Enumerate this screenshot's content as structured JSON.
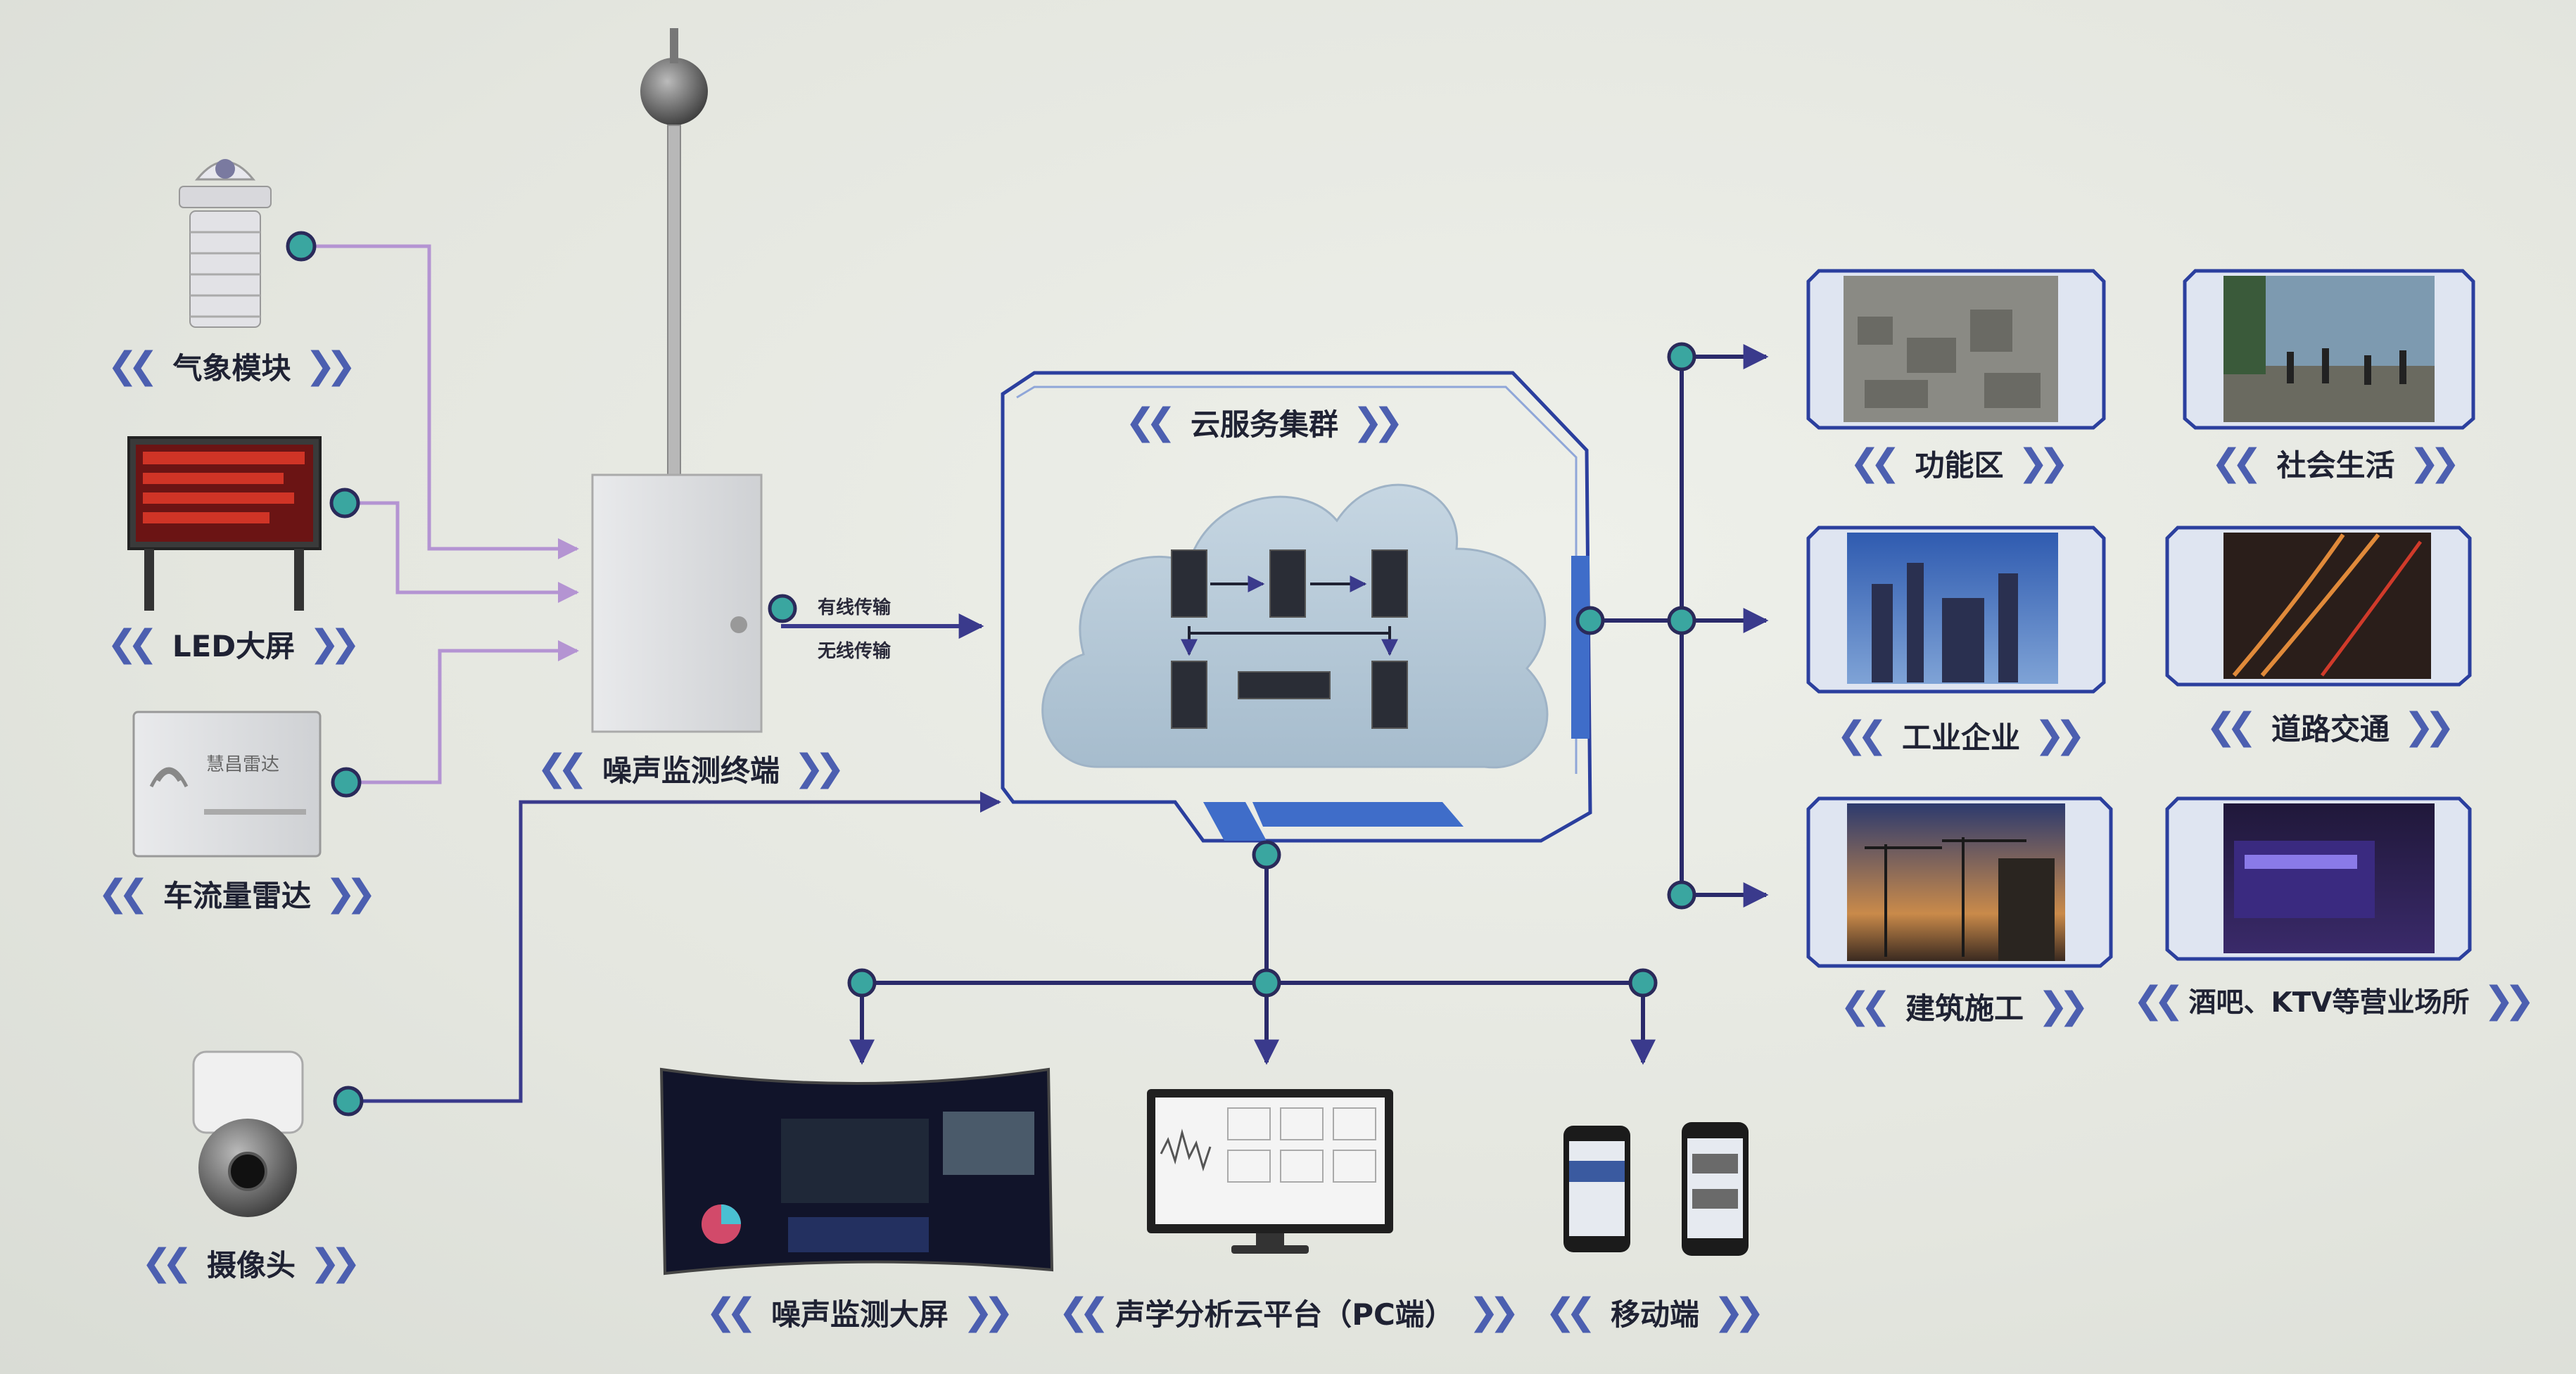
{
  "inputs": {
    "weather": "气象模块",
    "led": "LED大屏",
    "radar": "车流量雷达",
    "camera": "摄像头",
    "radar_sign": "慧昌雷达"
  },
  "terminal": "噪声监测终端",
  "transmission": {
    "wired": "有线传输",
    "wireless": "无线传输"
  },
  "cloud": {
    "title": "云服务集群"
  },
  "outputs": {
    "big_screen": "噪声监测大屏",
    "pc": "声学分析云平台（PC端）",
    "mobile": "移动端"
  },
  "zones": {
    "function": "功能区",
    "social": "社会生活",
    "industry": "工业企业",
    "traffic": "道路交通",
    "construction": "建筑施工",
    "bar": "酒吧、KTV等营业场所"
  },
  "colors": {
    "accent": "#4c5fb0",
    "line_dark": "#3a3a8c",
    "line_light": "#a98cc9",
    "node": "#3aa6a0"
  }
}
